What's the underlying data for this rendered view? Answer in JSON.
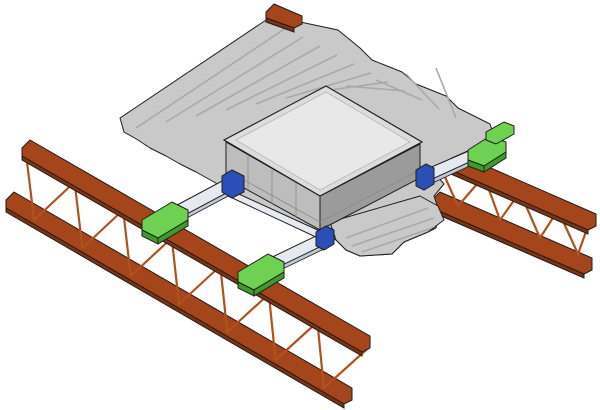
{
  "colors": {
    "background": "#ffffff",
    "outline": "#1e1e1e",
    "deck_fill": "#c9c9c9",
    "deck_shadow": "#a9a9a9",
    "deck_highlight": "#dcdcdc",
    "joist_chord": "#a5451b",
    "joist_chord_dark": "#7e3212",
    "joist_web": "#b0521f",
    "curb_top": "#dcdcdc",
    "curb_top_inner": "#e8e8e8",
    "curb_side_light": "#bdbdbd",
    "curb_side_dark": "#9b9b9b",
    "rail_fill": "#e6e9ef",
    "rail_shade": "#c2c8d4",
    "clip_blue": "#2b4fb6",
    "clamp_green": "#6fd152",
    "clamp_green_dark": "#3f9a2c"
  },
  "components": [
    {
      "id": "metal-deck",
      "icon": "corrugated-deck"
    },
    {
      "id": "joist-left",
      "icon": "open-web-joist"
    },
    {
      "id": "joist-right",
      "icon": "open-web-joist"
    },
    {
      "id": "curb",
      "icon": "roof-curb"
    },
    {
      "id": "support-rails",
      "icon": "adjustable-rail"
    },
    {
      "id": "joist-clamps",
      "icon": "green-clamp"
    }
  ]
}
